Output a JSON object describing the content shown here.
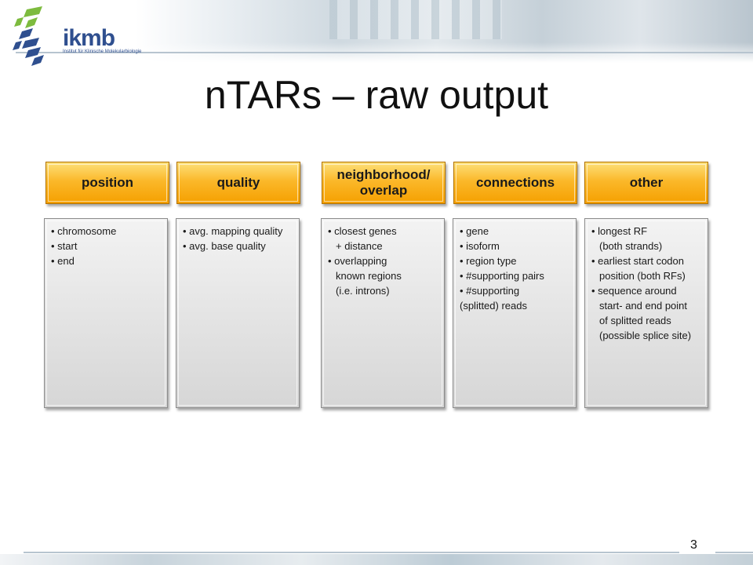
{
  "logo": {
    "name": "ikmb",
    "subtitle": "Institut für Klinische Molekularbiologie"
  },
  "slide": {
    "title": "nTARs – raw output",
    "page_number": "3"
  },
  "columns": [
    {
      "header": "position",
      "items": [
        "• chromosome",
        "• start",
        "• end"
      ]
    },
    {
      "header": "quality",
      "items": [
        "• avg. mapping quality",
        "• avg. base quality"
      ]
    },
    {
      "header": "neighborhood/\noverlap",
      "items": [
        "• closest genes",
        "+ distance",
        "• overlapping",
        "known regions",
        "(i.e. introns)"
      ]
    },
    {
      "header": "connections",
      "items": [
        "• gene",
        "• isoform",
        "• region type",
        "• #supporting pairs",
        "• #supporting",
        "(splitted) reads"
      ]
    },
    {
      "header": "other",
      "items": [
        "• longest RF",
        "(both strands)",
        "• earliest start codon",
        "position (both RFs)",
        "• sequence around",
        "start- and end point",
        "of splitted reads",
        "(possible splice site)"
      ]
    }
  ],
  "colors": {
    "header_gold": "#fbb82a",
    "logo_green": "#7dbb3e",
    "logo_blue": "#2f4f8f"
  }
}
